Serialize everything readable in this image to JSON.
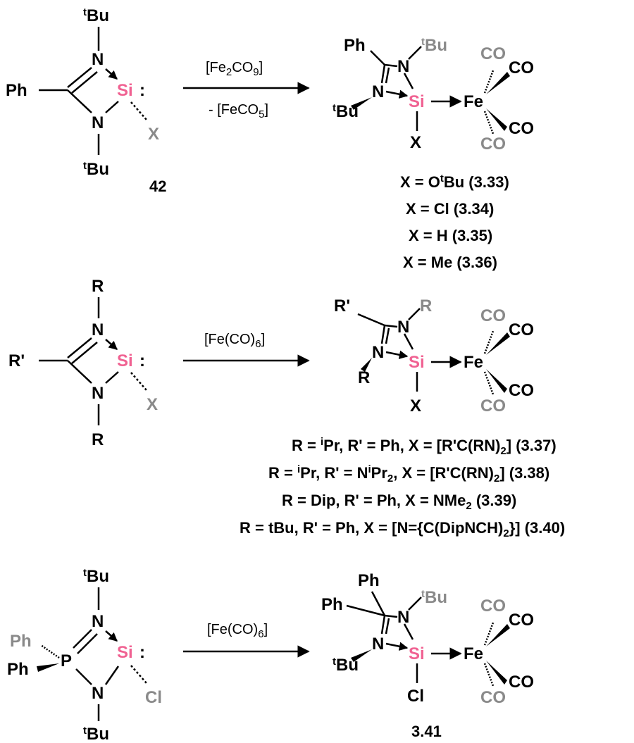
{
  "colors": {
    "silicon": "#f06292",
    "grey_label": "#8a8a8a",
    "bond": "#000000"
  },
  "atoms": {
    "N": "N",
    "Si": "Si",
    "Fe": "Fe",
    "P": "P",
    "CO": "CO",
    "Ph": "Ph",
    "R": "R",
    "R_prime": "R'",
    "X": "X",
    "Cl": "Cl",
    "colon": ":",
    "Bu": "Bu",
    "t": "t"
  },
  "row1": {
    "reagent_main": "[Fe",
    "reagent_sub1": "2",
    "reagent_mid": "CO",
    "reagent_sub2": "9",
    "reagent_end": "]",
    "byproduct_main": "- [FeCO",
    "byproduct_sub": "5",
    "byproduct_end": "]",
    "reactant_label": "42",
    "products": [
      {
        "prefix": "X = O",
        "sup": "t",
        "rest": "Bu (3.33)"
      },
      {
        "prefix": "X = Cl (3.34)",
        "sup": "",
        "rest": ""
      },
      {
        "prefix": "X = H (3.35)",
        "sup": "",
        "rest": ""
      },
      {
        "prefix": "X = Me (3.36)",
        "sup": "",
        "rest": ""
      }
    ]
  },
  "row2": {
    "reagent_main": "[Fe(CO)",
    "reagent_sub": "6",
    "reagent_end": "]",
    "products": [
      {
        "a": "R = ",
        "a_sup": "i",
        "b": "Pr, R' = Ph, X = [R'C(RN)",
        "b_sub": "2",
        "c": "] (3.37)"
      },
      {
        "a": "R = ",
        "a_sup": "i",
        "b": "Pr, R' = N",
        "b_sup": "i",
        "c": "Pr",
        "c_sub": "2",
        "d": ", X = [R'C(RN)",
        "d_sub": "2",
        "e": "] (3.38)"
      },
      {
        "a": "R = Dip, R' = Ph, X = NMe",
        "a_sub": "2",
        "b": " (3.39)"
      },
      {
        "a": "R = tBu, R' = Ph, X = [N={C(DipNCH)",
        "a_sub": "2",
        "b": "}] (3.40)"
      }
    ]
  },
  "row3": {
    "reagent_main": "[Fe(CO)",
    "reagent_sub": "6",
    "reagent_end": "]",
    "product_label": "3.41"
  }
}
